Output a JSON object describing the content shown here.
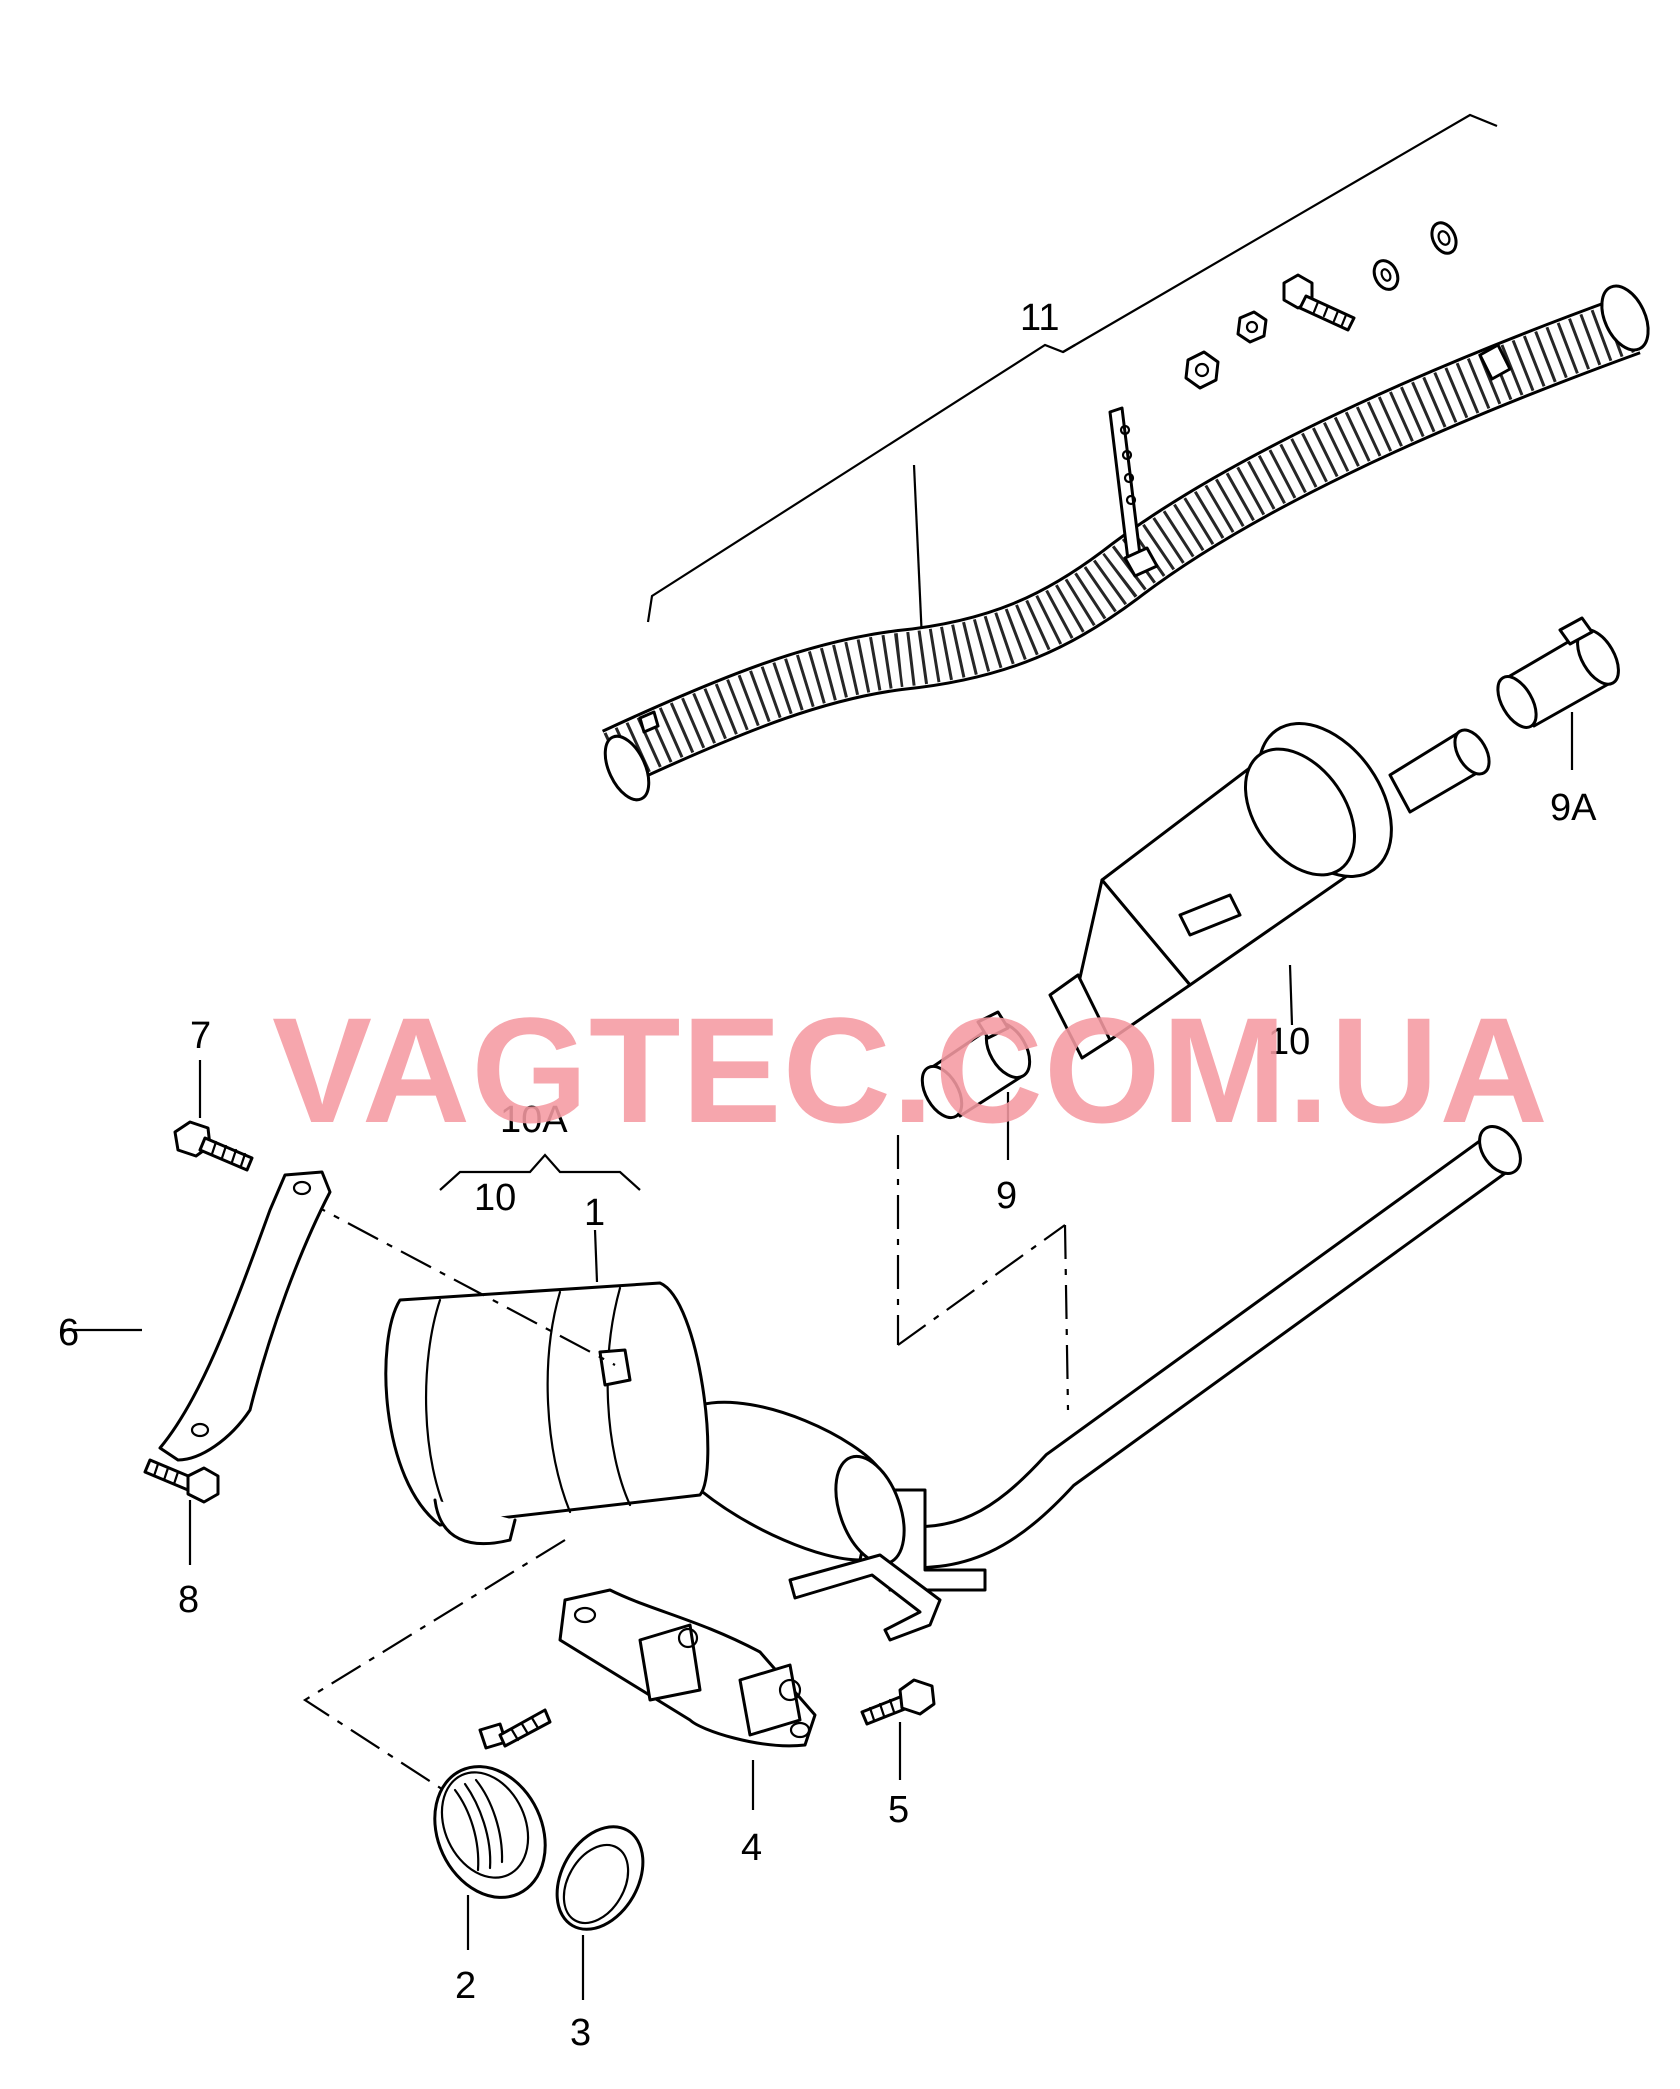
{
  "watermark": "VAGTEC.COM.UA",
  "watermark_color": "#f59aa2",
  "callouts": {
    "c1": "1",
    "c2": "2",
    "c3": "3",
    "c4": "4",
    "c5": "5",
    "c6": "6",
    "c7": "7",
    "c8": "8",
    "c9": "9",
    "c9a": "9A",
    "c10_upper": "10",
    "c10a": "10A",
    "c10_group": "10",
    "c11": "11"
  }
}
